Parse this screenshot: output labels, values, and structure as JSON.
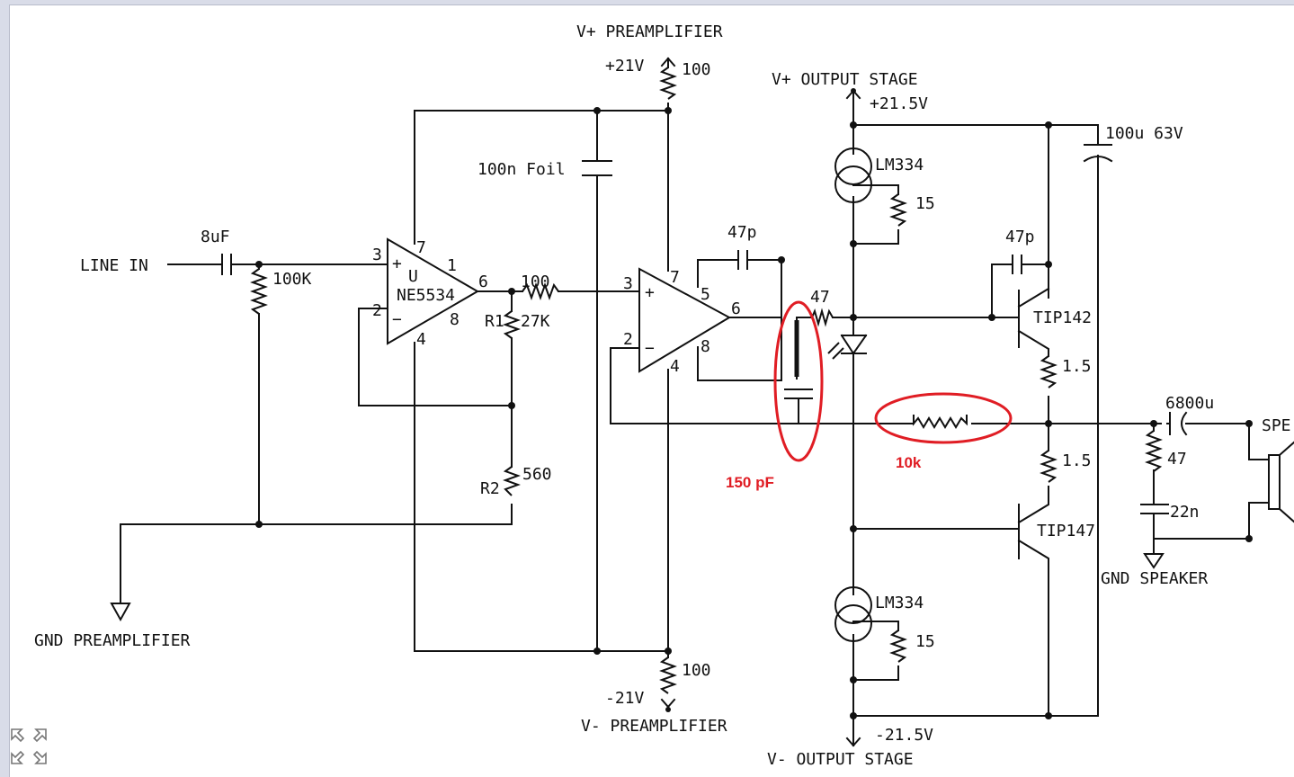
{
  "labels": {
    "v_plus_pre": "V+ PREAMPLIFIER",
    "v_plus_pre_volt": "+21V",
    "r_top_pre": "100",
    "v_plus_out": "V+ OUTPUT STAGE",
    "v_plus_out_volt": "+21.5V",
    "cap_big": "100u 63V",
    "foil": "100n Foil",
    "lm_top": "LM334",
    "r15_top": "15",
    "c47p_a": "47p",
    "c47p_b": "47p",
    "c8uf": "8uF",
    "line_in": "LINE IN",
    "r100k": "100K",
    "pin3_a": "3",
    "pin7_a": "7",
    "pin1_a": "1",
    "pin6_a": "6",
    "pin2_a": "2",
    "pin8_a": "8",
    "pin4_a": "4",
    "plus_a": "+",
    "minus_a": "−",
    "u_label": "U",
    "ne5534": "NE5534",
    "r100_mid": "100",
    "r1": "R1",
    "r27k": "27K",
    "pin3_b": "3",
    "pin7_b": "7",
    "pin5_b": "5",
    "pin6_b": "6",
    "pin2_b": "2",
    "pin8_b": "8",
    "pin4_b": "4",
    "plus_b": "+",
    "minus_b": "−",
    "r47_base": "47",
    "tip142": "TIP142",
    "r15_a": "1.5",
    "c6800u": "6800u",
    "speaker": "SPE",
    "r15_b": "1.5",
    "r47_zobel": "47",
    "c22n": "22n",
    "tip147": "TIP147",
    "gnd_speaker": "GND SPEAKER",
    "r2": "R2",
    "r560": "560",
    "gnd_pre": "GND PREAMPLIFIER",
    "lm_bot": "LM334",
    "r15_bot": "15",
    "r_bot_pre": "100",
    "v_minus_pre_volt": "-21V",
    "v_minus_pre": "V- PREAMPLIFIER",
    "v_minus_out_volt": "-21.5V",
    "v_minus_out": "V- OUTPUT STAGE",
    "ann_cap": "150 pF",
    "ann_res": "10k"
  },
  "colors": {
    "wire": "#111111",
    "annotation": "#e01d24",
    "background": "#ffffff"
  },
  "expand_icon": "expand-icon"
}
